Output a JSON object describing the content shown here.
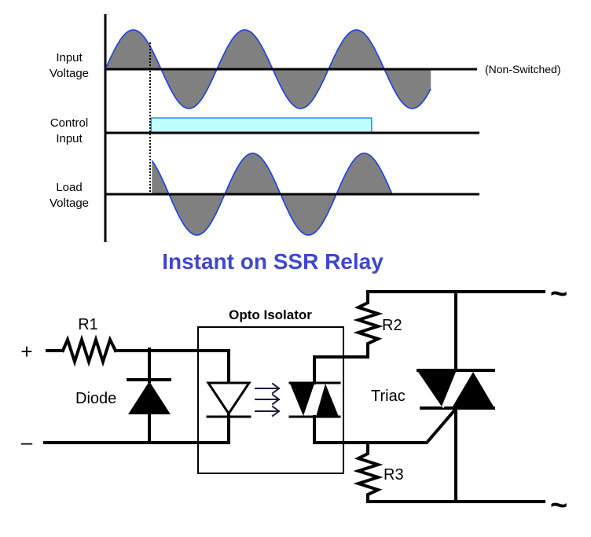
{
  "timing_diagram": {
    "labels": {
      "input_voltage": [
        "Input",
        "Voltage"
      ],
      "control_input": [
        "Control",
        "Input"
      ],
      "load_voltage": [
        "Load",
        "Voltage"
      ],
      "non_switched": "(Non-Switched)"
    },
    "input_wave": {
      "cycles": 3,
      "start_phase_deg": 0
    },
    "switch_on_phase_deg": 125,
    "load_wave": {
      "start_phase_deg": 125,
      "end_cycles": 2.5
    },
    "control_pulse": {
      "start_phase_deg": 125,
      "end_cycles": 2.4
    },
    "colors": {
      "wave_stroke": "#1a3fe0",
      "wave_fill": "#808080",
      "control_fill": "#bfffff",
      "control_stroke": "#1e90ff"
    }
  },
  "title": {
    "text": "Instant on SSR Relay",
    "color": "#3f47cc"
  },
  "circuit": {
    "labels": {
      "plus": "+",
      "minus": "–",
      "r1": "R1",
      "r2": "R2",
      "r3": "R3",
      "diode": "Diode",
      "opto": "Opto Isolator",
      "triac": "Triac",
      "ac_top": "~",
      "ac_bottom": "~"
    }
  }
}
